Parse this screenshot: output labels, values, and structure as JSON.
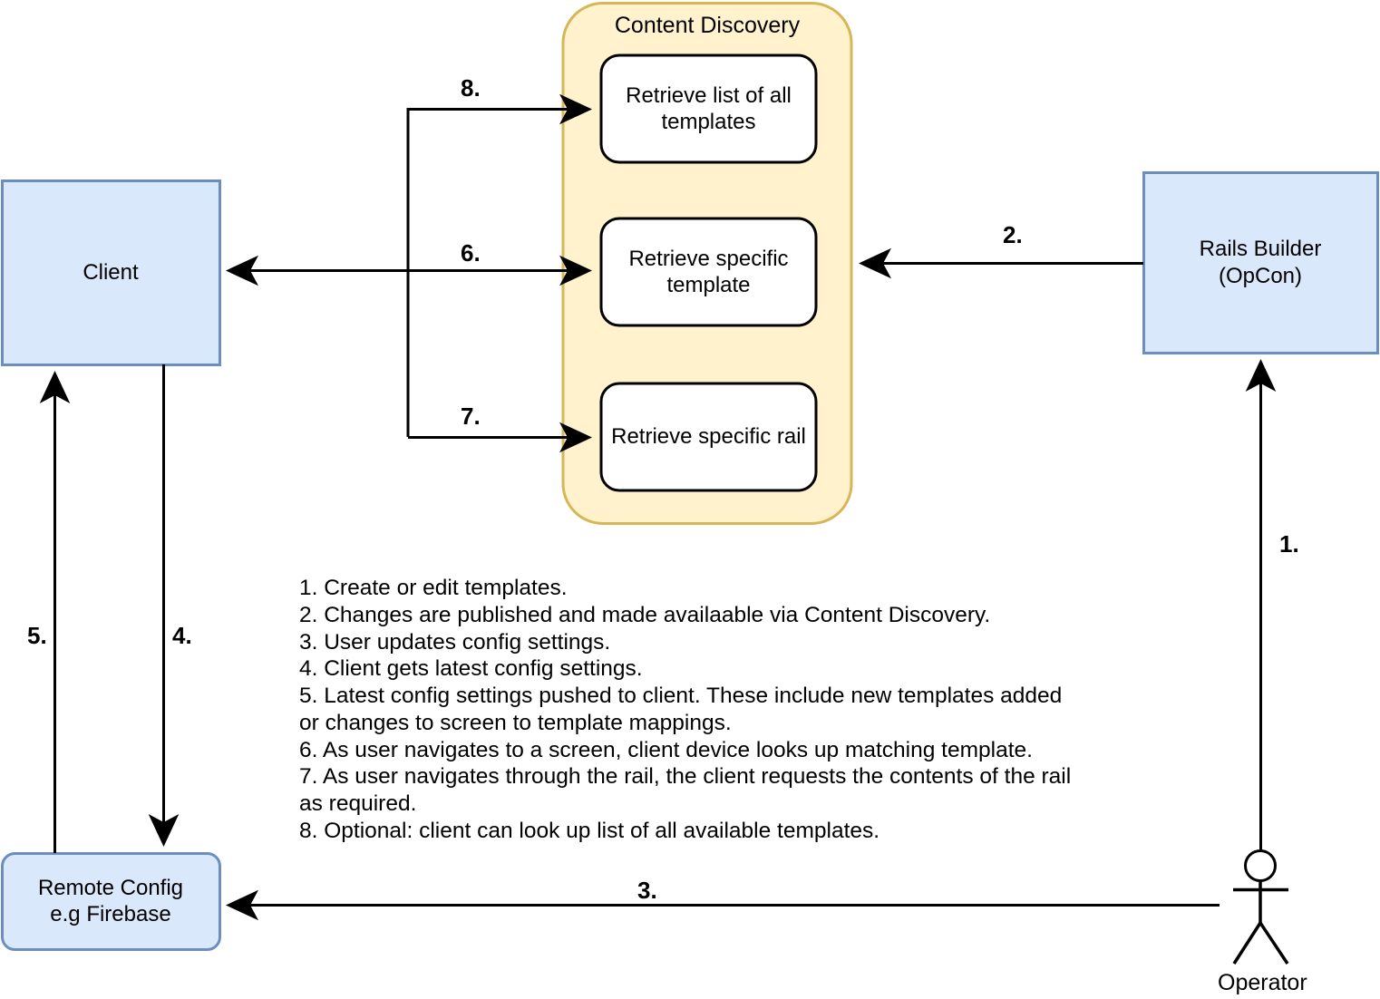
{
  "diagram": {
    "title_region": "content-discovery-architecture",
    "colors": {
      "box_fill_blue": "#DAE8FC",
      "box_stroke_blue": "#6C8EBF",
      "container_fill": "#FFF2CC",
      "container_stroke": "#D6B656",
      "service_fill": "#FFFFFF",
      "service_stroke": "#000000",
      "arrow_color": "#000000",
      "text_color": "#000000"
    }
  },
  "nodes": {
    "client": {
      "label": "Client"
    },
    "remote_config": {
      "label": "Remote Config\ne.g Firebase"
    },
    "rails_builder": {
      "label": "Rails Builder\n(OpCon)"
    },
    "operator": {
      "label": "Operator"
    }
  },
  "content_discovery": {
    "title": "Content Discovery",
    "services": [
      {
        "label": "Retrieve list of all\ntemplates"
      },
      {
        "label": "Retrieve specific\ntemplate"
      },
      {
        "label": "Retrieve specific rail"
      }
    ]
  },
  "steps": [
    {
      "id": "1",
      "label": "1."
    },
    {
      "id": "2",
      "label": "2."
    },
    {
      "id": "3",
      "label": "3."
    },
    {
      "id": "4",
      "label": "4."
    },
    {
      "id": "5",
      "label": "5."
    },
    {
      "id": "6",
      "label": "6."
    },
    {
      "id": "7",
      "label": "7."
    },
    {
      "id": "8",
      "label": "8."
    }
  ],
  "legend": {
    "text": "1. Create or edit templates.\n2. Changes are published and made availaable via Content Discovery.\n3. User updates config settings.\n4. Client gets latest config settings.\n5. Latest config settings pushed to client. These include new templates added\nor changes to screen to template mappings.\n6. As user navigates to a screen, client device looks up matching template.\n7. As user navigates through the rail, the client requests the contents of the rail\nas required.\n8. Optional: client can look up list of all available templates."
  }
}
